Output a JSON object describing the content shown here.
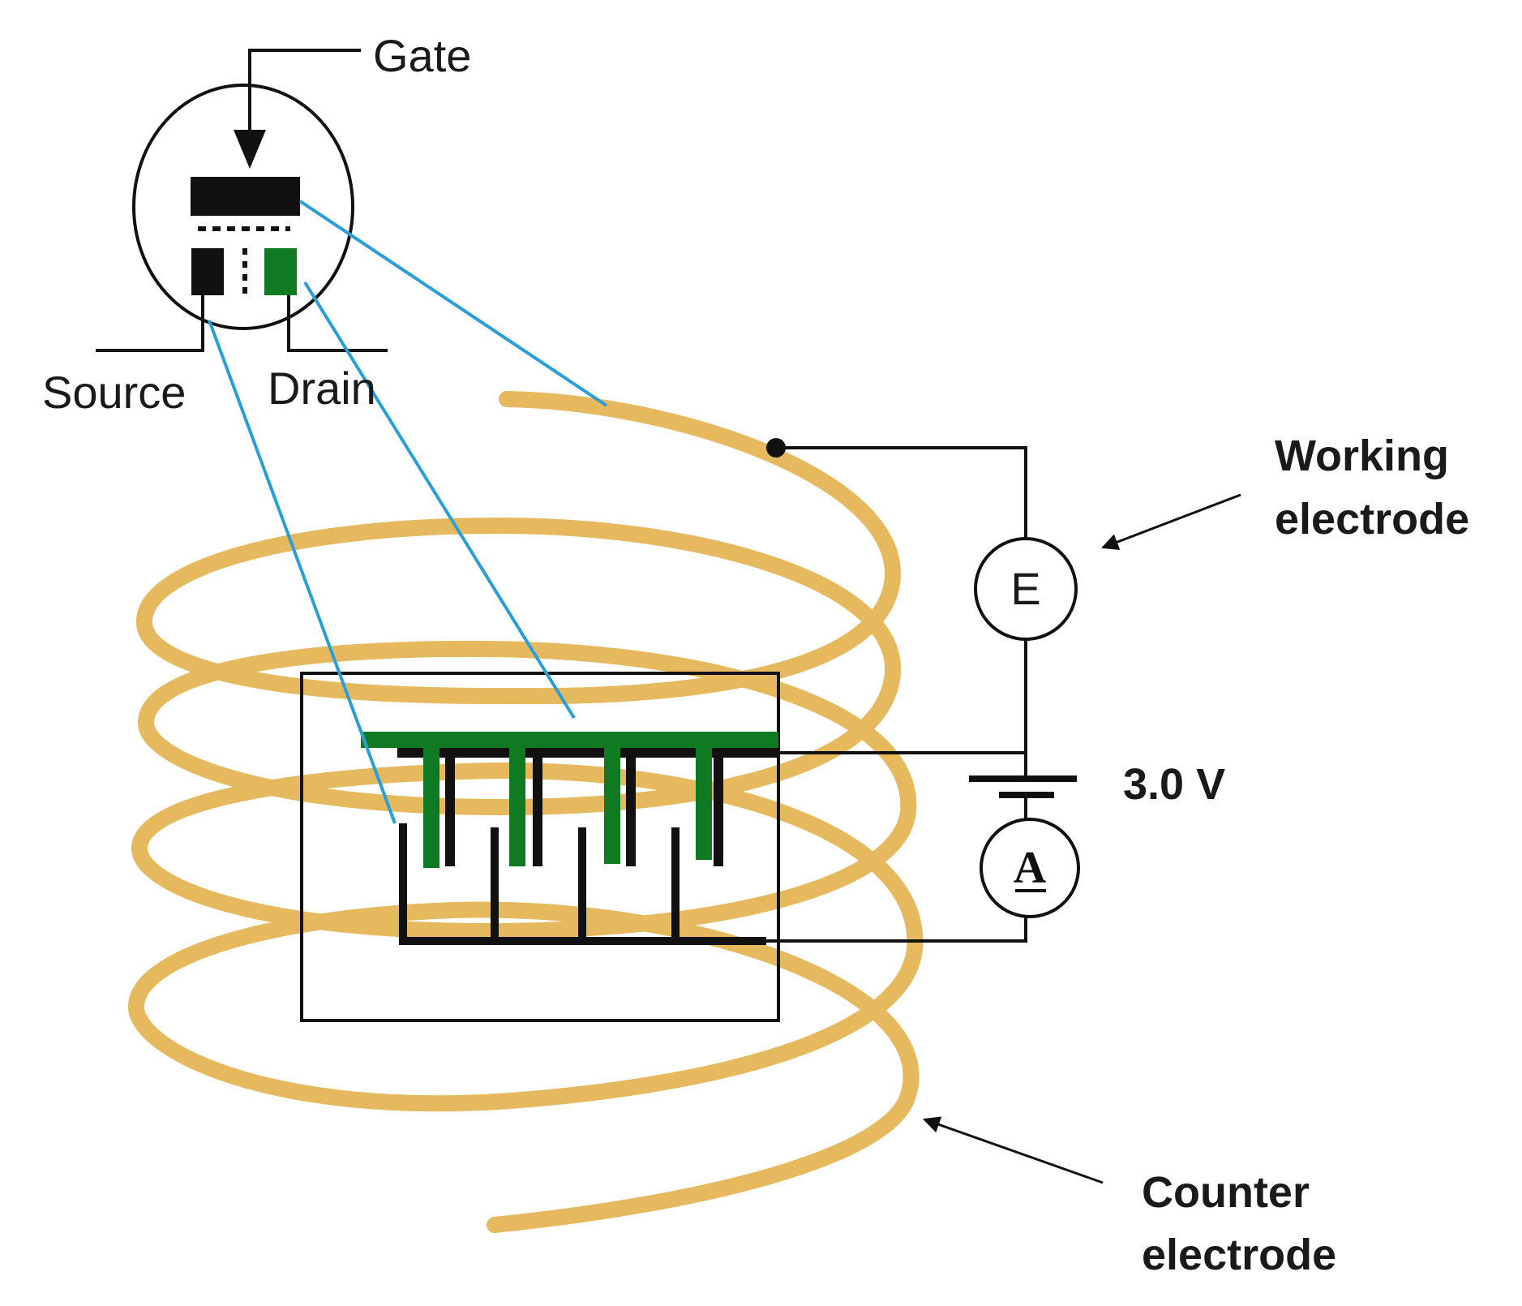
{
  "labels": {
    "gate": "Gate",
    "source": "Source",
    "drain": "Drain",
    "working_line1": "Working",
    "working_line2": "electrode",
    "counter_line1": "Counter",
    "counter_line2": "electrode",
    "voltage": "3.0 V",
    "voltmeter_symbol": "E",
    "ammeter_symbol": "A"
  },
  "colors": {
    "coil": "#e0a93a",
    "connector": "#2a9fd6",
    "drain_finger": "#0f7a22",
    "wire": "#111111"
  },
  "icons": {
    "transistor": "mosfet-symbol",
    "voltmeter": "voltmeter-icon",
    "ammeter": "ammeter-icon",
    "battery": "battery-icon"
  }
}
